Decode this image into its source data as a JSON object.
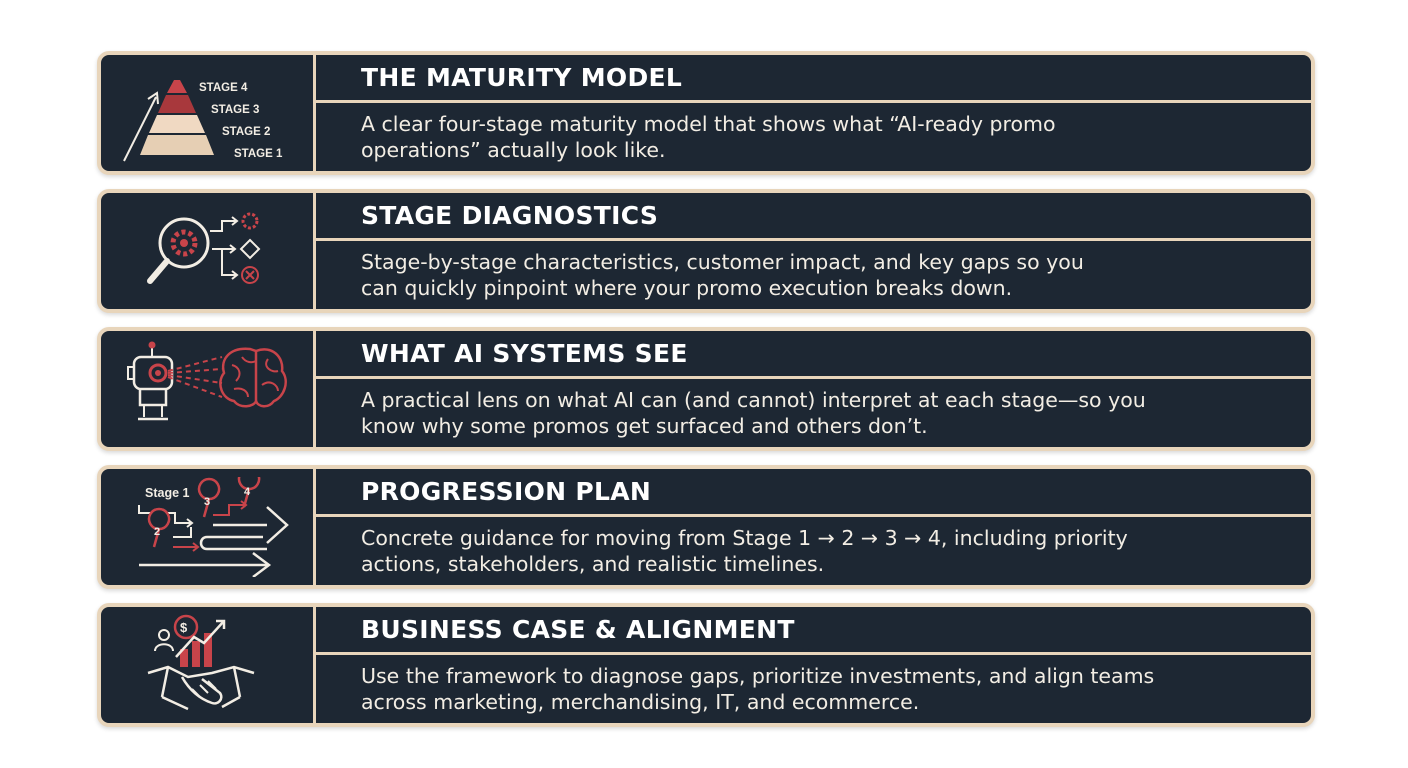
{
  "cards": [
    {
      "title": "THE MATURITY MODEL",
      "desc": [
        "A clear four-stage maturity model that shows what “AI-ready promo",
        "operations” actually look like."
      ],
      "icon": "pyramid-icon",
      "icon_labels": [
        "STAGE 4",
        "STAGE 3",
        "STAGE 2",
        "STAGE 1"
      ]
    },
    {
      "title": "STAGE DIAGNOSTICS",
      "desc": [
        "Stage-by-stage characteristics, customer impact, and key gaps so you",
        "can quickly pinpoint where your promo execution breaks down."
      ],
      "icon": "magnifier-diagnostic-icon"
    },
    {
      "title": "WHAT AI SYSTEMS SEE",
      "desc": [
        "A practical lens on what AI can (and cannot) interpret at each stage—so you",
        "know why some promos get surfaced and others don’t."
      ],
      "icon": "robot-brain-icon"
    },
    {
      "title": "PROGRESSION PLAN",
      "desc": [
        "Concrete guidance for moving from Stage 1 → 2 → 3 → 4, including priority",
        "actions, stakeholders, and realistic timelines."
      ],
      "icon": "roadmap-icon",
      "icon_labels": [
        "Stage 1",
        "2",
        "3",
        "4"
      ]
    },
    {
      "title": "BUSINESS CASE & ALIGNMENT",
      "desc": [
        "Use the framework to diagnose gaps, prioritize investments, and align teams",
        "across marketing, merchandising, IT, and ecommerce."
      ],
      "icon": "handshake-growth-icon",
      "icon_labels": [
        "$"
      ]
    }
  ],
  "colors": {
    "panel": "#1d2733",
    "frame": "#e8d5bb",
    "accent_red": "#c8444a",
    "text": "#ffffff"
  }
}
